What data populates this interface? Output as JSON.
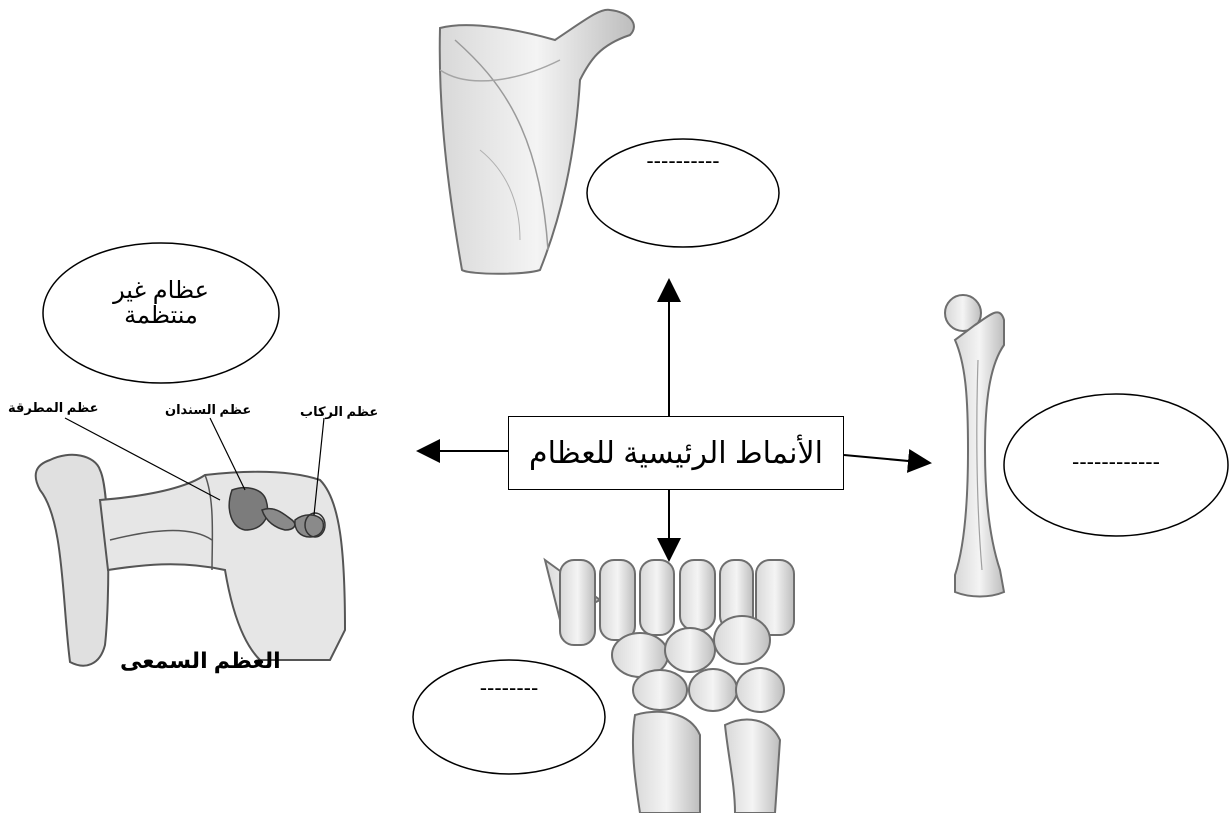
{
  "center": {
    "title": "الأنماط الرئيسية للعظام"
  },
  "ellipses": {
    "top": {
      "text": "----------"
    },
    "right": {
      "text": "------------"
    },
    "bottom": {
      "text": "--------"
    },
    "left": {
      "line1": "عظام غير",
      "line2": "منتظمة"
    }
  },
  "ear_diagram": {
    "labels": {
      "malleus": "عظم المطرقة",
      "incus": "عظم السندان",
      "stapes": "عظم الركاب"
    },
    "caption": "العظم السمعى"
  }
}
